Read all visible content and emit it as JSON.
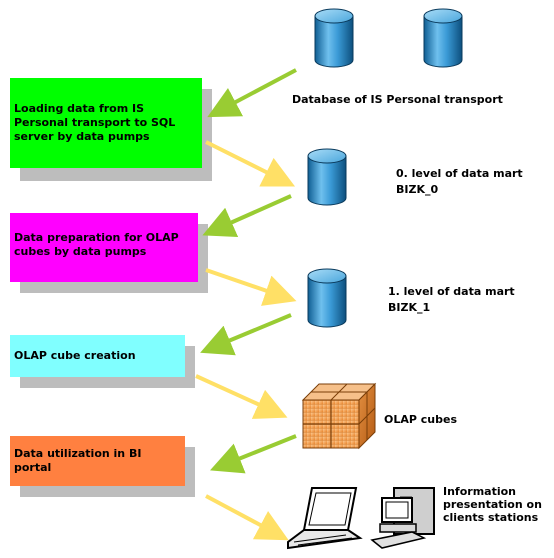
{
  "colors": {
    "step1": "#00ff00",
    "step2": "#ff00ff",
    "step3": "#80ffff",
    "step4": "#ff8040",
    "arrow_green": "#99cc33",
    "arrow_yellow": "#ffe066",
    "db_blue": "#2a8bc8"
  },
  "steps": [
    {
      "label": "Loading data from IS Personal transport to SQL server by data pumps"
    },
    {
      "label": "Data preparation for OLAP cubes by data pumps"
    },
    {
      "label": "OLAP cube creation"
    },
    {
      "label": "Data utilization in BI portal"
    }
  ],
  "nodes": {
    "source_db": {
      "label": "Database of IS Personal transport",
      "icon": "database-icon"
    },
    "mart0": {
      "label_line1": "0. level of data mart",
      "label_line2": "BIZK_0",
      "icon": "database-icon"
    },
    "mart1": {
      "label_line1": "1. level of data mart",
      "label_line2": "BIZK_1",
      "icon": "database-icon"
    },
    "cubes": {
      "label": "OLAP cubes",
      "icon": "cube-icon"
    },
    "clients": {
      "label_line1": "Information",
      "label_line2": "presentation on",
      "label_line3": "clients stations",
      "icon": "computer-icon"
    }
  }
}
